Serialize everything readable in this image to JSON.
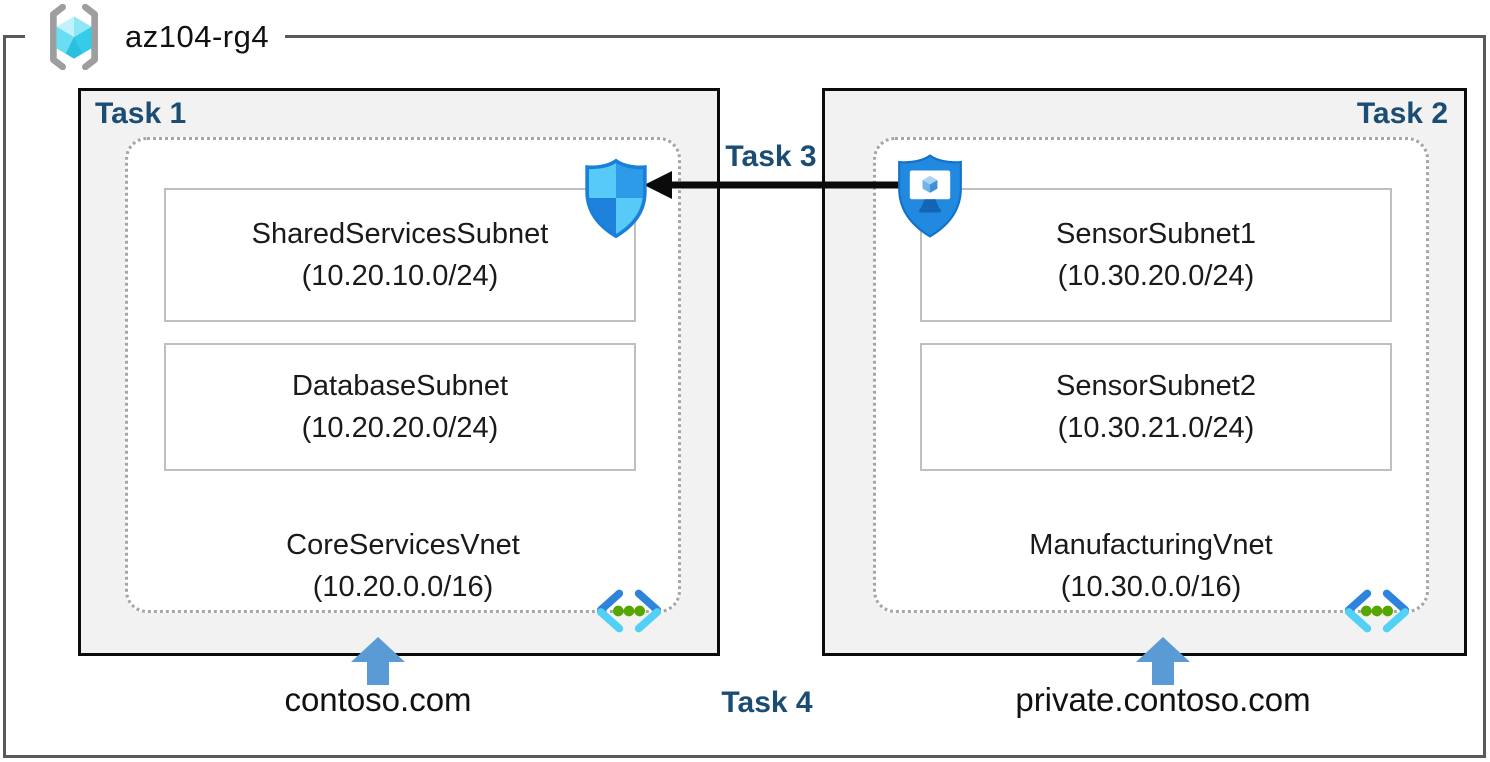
{
  "resource_group": {
    "name": "az104-rg4"
  },
  "vnets": [
    {
      "task_label": "Task 1",
      "name": "CoreServicesVnet",
      "cidr": "(10.20.0.0/16)",
      "dns_zone": "contoso.com",
      "subnets": [
        {
          "name": "SharedServicesSubnet",
          "cidr": "(10.20.10.0/24)"
        },
        {
          "name": "DatabaseSubnet",
          "cidr": "(10.20.20.0/24)"
        }
      ]
    },
    {
      "task_label": "Task 2",
      "name": "ManufacturingVnet",
      "cidr": "(10.30.0.0/16)",
      "dns_zone": "private.contoso.com",
      "subnets": [
        {
          "name": "SensorSubnet1",
          "cidr": "(10.30.20.0/24)"
        },
        {
          "name": "SensorSubnet2",
          "cidr": "(10.30.21.0/24)"
        }
      ]
    }
  ],
  "annotations": {
    "task3_label": "Task 3",
    "task4_label": "Task 4"
  },
  "icons": {
    "resource_group": "resource-group-icon",
    "network_security_group": "nsg-shield-icon",
    "bastion": "bastion-shield-icon",
    "virtual_network": "virtual-network-icon",
    "connection_arrow": "left-arrow-icon",
    "dns_arrow": "up-arrow-icon"
  },
  "colors": {
    "task_label": "#1B4C73",
    "box_fill": "#F2F2F2",
    "box_border": "#0B0B0B",
    "rg_border": "#595959",
    "dashed_border": "#A6A6A6",
    "subnet_border": "#BFBFBF",
    "arrow_blue": "#5B9BD5",
    "arrow_black": "#0B0B0B"
  }
}
